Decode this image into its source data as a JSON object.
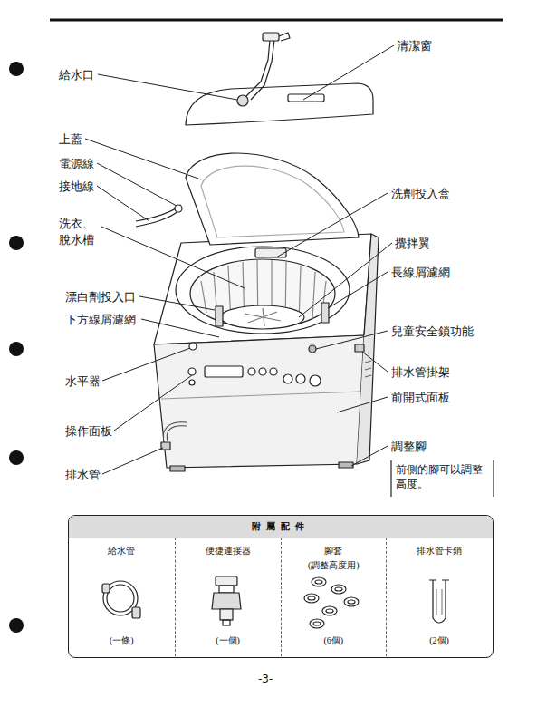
{
  "diagram": {
    "nodes": [
      {
        "text": [
          "附屬配件"
        ]
      },
      {
        "text": [
          "給水管",
          "(一條)"
        ],
        "in": 0
      },
      {
        "text": [
          "便捷連接器",
          "(一個)"
        ],
        "in": 0
      },
      {
        "text": [
          "腳套",
          "(調整高度用)",
          "(6個)"
        ],
        "in": 0
      },
      {
        "text": [
          "排水管卡銷",
          "(2個)"
        ],
        "in": 0
      }
    ],
    "labels": [
      "給水口",
      "清潔窗",
      "上蓋",
      "電源線",
      "接地線",
      "洗衣、 脫水槽",
      "洗劑投入盒",
      "攪拌翼",
      "長線屑濾網",
      "漂白劑投入口",
      "下方線屑濾網",
      "兒童安全鎖功能",
      "排水管掛架",
      "水平器",
      "前開式面板",
      "操作面板",
      "調整腳",
      "前側的腳可以調整 高度。",
      "排水管",
      "-3-"
    ]
  }
}
